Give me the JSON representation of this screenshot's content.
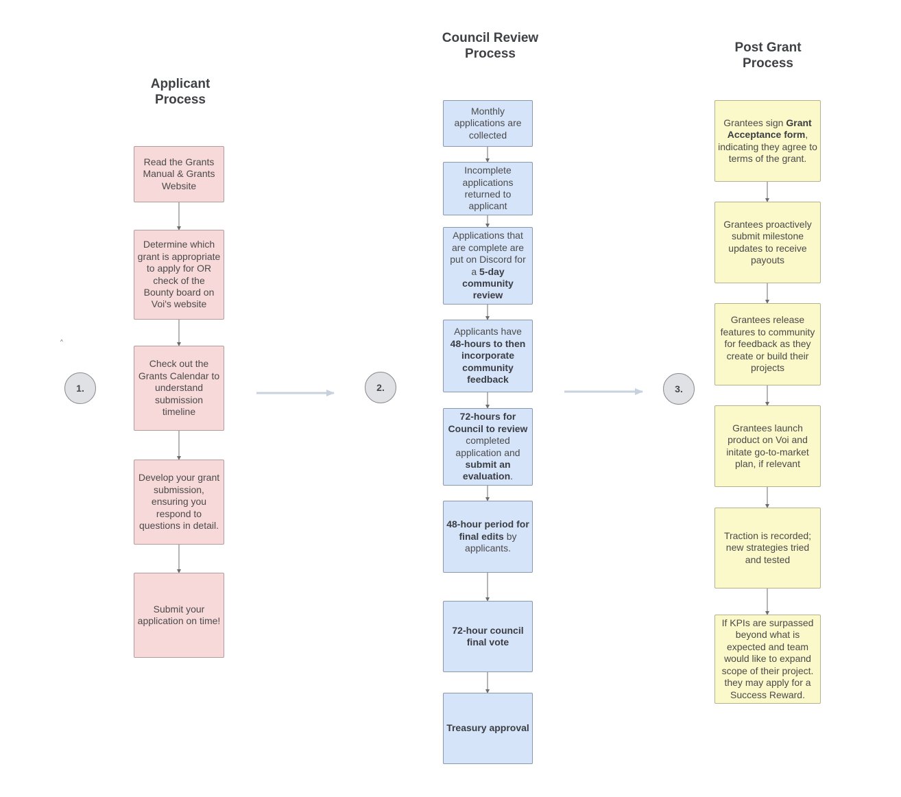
{
  "columns": {
    "applicant": {
      "title_line1": "Applicant",
      "title_line2": "Process",
      "step_number": "1."
    },
    "council": {
      "title_line1": "Council Review",
      "title_line2": "Process",
      "step_number": "2."
    },
    "post": {
      "title_line1": "Post Grant",
      "title_line2": "Process",
      "step_number": "3."
    }
  },
  "stray_mark": "^",
  "applicant_steps": [
    {
      "segments": [
        {
          "text": "Read the Grants Manual & Grants Website",
          "bold": false
        }
      ]
    },
    {
      "segments": [
        {
          "text": "Determine which grant is appropriate to apply for OR check of the Bounty board on Voi's website",
          "bold": false
        }
      ]
    },
    {
      "segments": [
        {
          "text": "Check out the Grants Calendar to understand submission timeline",
          "bold": false
        }
      ]
    },
    {
      "segments": [
        {
          "text": "Develop your grant submission, ensuring you respond to questions in detail.",
          "bold": false
        }
      ]
    },
    {
      "segments": [
        {
          "text": "Submit your application on time!",
          "bold": false
        }
      ]
    }
  ],
  "council_steps": [
    {
      "segments": [
        {
          "text": "Monthly applications are collected",
          "bold": false
        }
      ]
    },
    {
      "segments": [
        {
          "text": "Incomplete applications returned to applicant",
          "bold": false
        }
      ]
    },
    {
      "segments": [
        {
          "text": "Applications that are complete are put on Discord for a ",
          "bold": false
        },
        {
          "text": "5-day community review",
          "bold": true
        }
      ]
    },
    {
      "segments": [
        {
          "text": "Applicants have ",
          "bold": false
        },
        {
          "text": "48-hours to then incorporate community feedback",
          "bold": true
        }
      ]
    },
    {
      "segments": [
        {
          "text": "72-hours for Council to review",
          "bold": true
        },
        {
          "text": " completed application and ",
          "bold": false
        },
        {
          "text": "submit an evaluation",
          "bold": true
        },
        {
          "text": ".",
          "bold": false
        }
      ]
    },
    {
      "segments": [
        {
          "text": "48-hour period for final edits",
          "bold": true
        },
        {
          "text": " by applicants.",
          "bold": false
        }
      ]
    },
    {
      "segments": [
        {
          "text": "72-hour council final vote",
          "bold": true
        }
      ]
    },
    {
      "segments": [
        {
          "text": "Treasury approval",
          "bold": true
        }
      ]
    }
  ],
  "post_steps": [
    {
      "segments": [
        {
          "text": "Grantees sign ",
          "bold": false
        },
        {
          "text": "Grant Acceptance form",
          "bold": true
        },
        {
          "text": ", indicating they agree to terms of the grant.",
          "bold": false
        }
      ]
    },
    {
      "segments": [
        {
          "text": "Grantees proactively submit milestone updates to receive payouts",
          "bold": false
        }
      ]
    },
    {
      "segments": [
        {
          "text": "Grantees release features to community for feedback as they create or build their projects",
          "bold": false
        }
      ]
    },
    {
      "segments": [
        {
          "text": "Grantees launch product on Voi and initate go-to-market plan, if relevant",
          "bold": false
        }
      ]
    },
    {
      "segments": [
        {
          "text": "Traction is recorded; new strategies tried and tested",
          "bold": false
        }
      ]
    },
    {
      "segments": [
        {
          "text": "If KPIs are surpassed beyond what is expected and team would like to expand scope of their project. they may apply for a Success Reward.",
          "bold": false
        }
      ]
    }
  ],
  "colors": {
    "applicant_fill": "#f8d9d9",
    "council_fill": "#d6e4fa",
    "post_fill": "#fbf8c9",
    "step_circle_fill": "#dfe1e5",
    "flow_arrow": "#c7d2de",
    "connector": "#6b6b6b"
  }
}
